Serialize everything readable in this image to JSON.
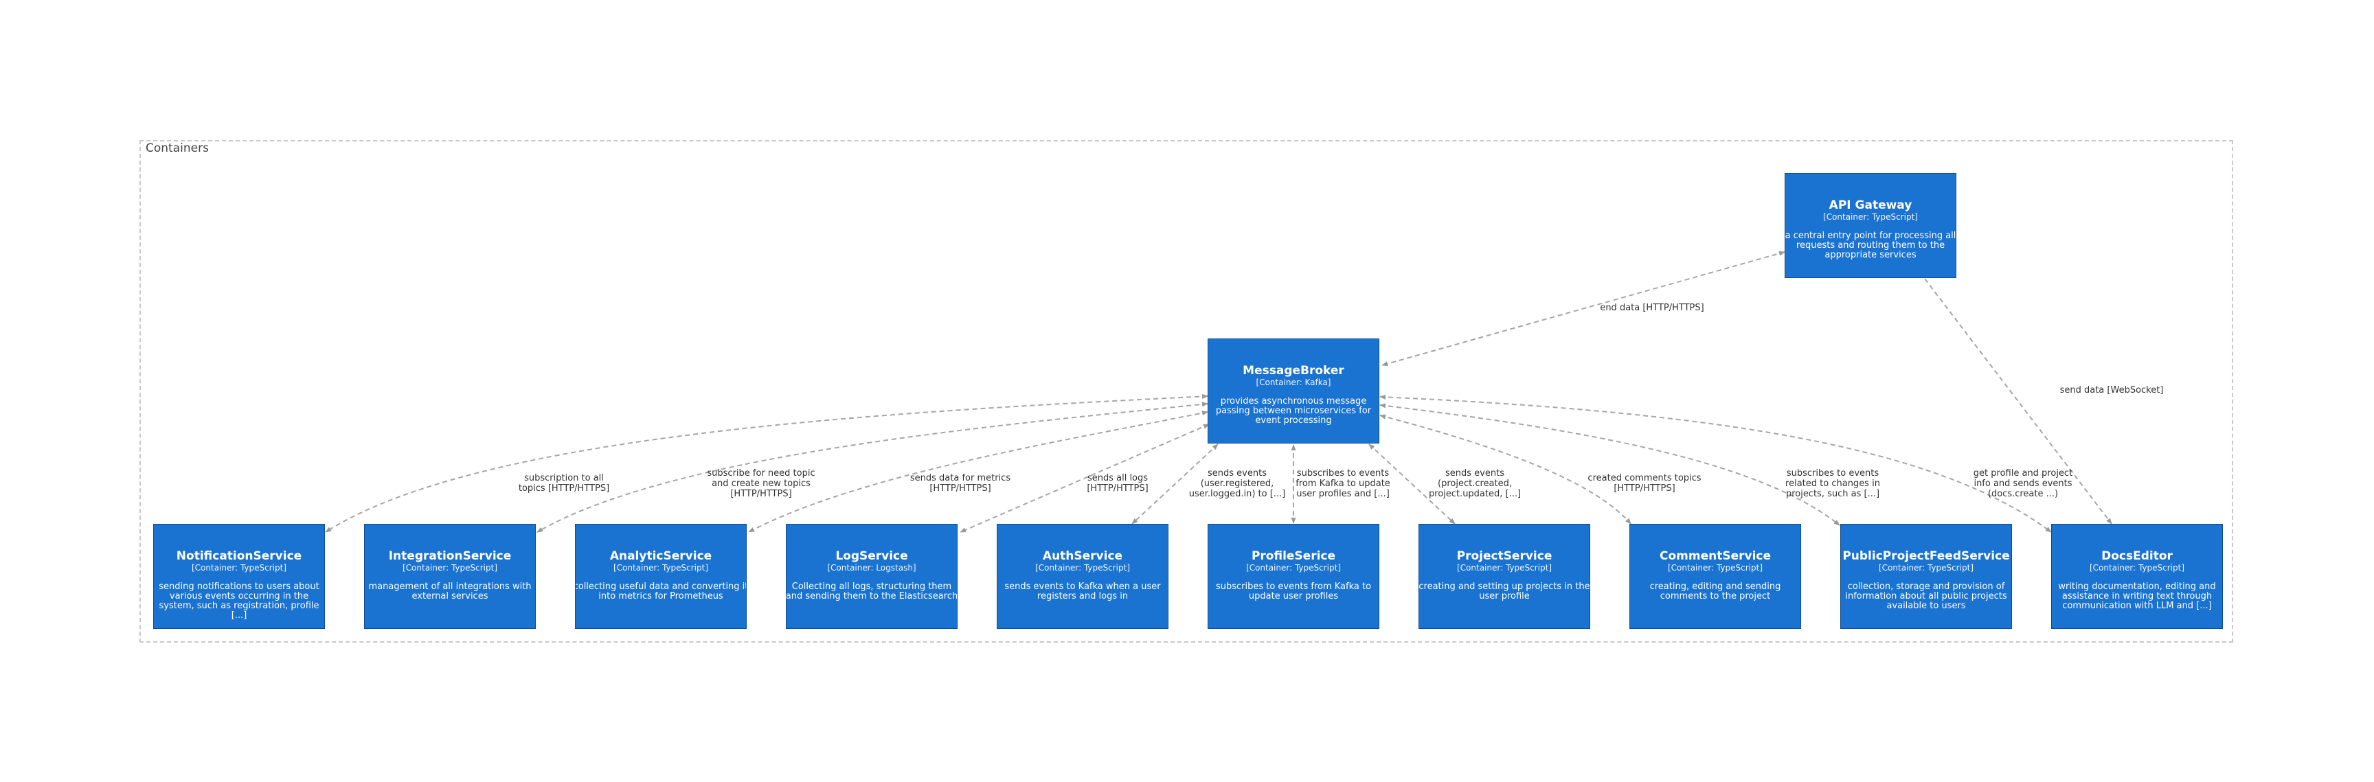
{
  "boundary": {
    "label": "Containers"
  },
  "nodes": {
    "gateway": {
      "name": "API Gateway",
      "tech": "[Container: TypeScript]",
      "desc": "a central entry point for processing all requests and routing them to the appropriate services"
    },
    "broker": {
      "name": "MessageBroker",
      "tech": "[Container: Kafka]",
      "desc": "provides asynchronous message passing between microservices for event processing"
    },
    "notification": {
      "name": "NotificationService",
      "tech": "[Container: TypeScript]",
      "desc": "sending notifications to users about various events occurring in the system, such as registration, profile [...]"
    },
    "integration": {
      "name": "IntegrationService",
      "tech": "[Container: TypeScript]",
      "desc": "management of all integrations with external services"
    },
    "analytic": {
      "name": "AnalyticService",
      "tech": "[Container: TypeScript]",
      "desc": "collecting useful data and converting it into metrics for Prometheus"
    },
    "log": {
      "name": "LogService",
      "tech": "[Container: Logstash]",
      "desc": "Collecting all logs, structuring them and sending them to the Elasticsearch"
    },
    "auth": {
      "name": "AuthService",
      "tech": "[Container: TypeScript]",
      "desc": "sends events to Kafka when a user registers and logs in"
    },
    "profile": {
      "name": "ProfileSerice",
      "tech": "[Container: TypeScript]",
      "desc": "subscribes to events from Kafka to update user profiles"
    },
    "project": {
      "name": "ProjectService",
      "tech": "[Container: TypeScript]",
      "desc": "creating and setting up projects in the user profile"
    },
    "comment": {
      "name": "CommentService",
      "tech": "[Container: TypeScript]",
      "desc": "creating, editing and sending comments to the project"
    },
    "feed": {
      "name": "PublicProjectFeedService",
      "tech": "[Container: TypeScript]",
      "desc": "collection, storage and provision of information about all public projects available to users"
    },
    "docs": {
      "name": "DocsEditor",
      "tech": "[Container: TypeScript]",
      "desc": "writing documentation, editing and assistance in writing text through communication with LLM and [...]"
    }
  },
  "edges": {
    "gateway_broker": "end data [HTTP/HTTPS]",
    "gateway_docs": "send data [WebSocket]",
    "notification": "subscription to all topics [HTTP/HTTPS]",
    "integration": "subscribe for need topic and create new topics [HTTP/HTTPS]",
    "analytic": "sends data for metrics [HTTP/HTTPS]",
    "log": "sends all logs [HTTP/HTTPS]",
    "auth": "sends events (user.registered, user.logged.in) to [...]",
    "profile": "subscribes to events from Kafka to update user profiles and [...]",
    "project": "sends events (project.created, project.updated, [...]",
    "comment": "created comments topics [HTTP/HTTPS]",
    "feed": "subscribes to events related to changes in projects, such as [...]",
    "docs": "get profile and project info and sends events (docs.create ...)"
  }
}
